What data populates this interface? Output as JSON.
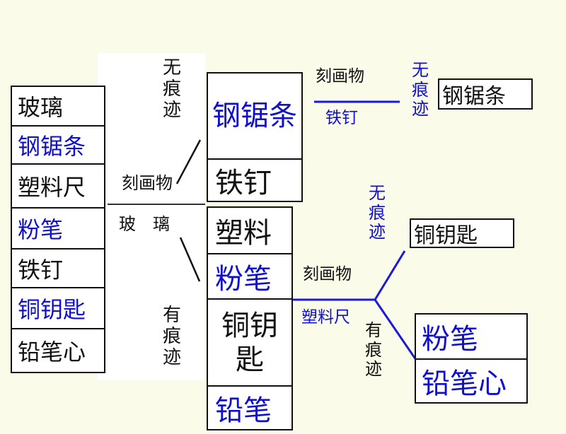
{
  "left_list": [
    {
      "text": "玻璃",
      "color": "black"
    },
    {
      "text": "钢锯条",
      "color": "blue"
    },
    {
      "text": "塑料尺",
      "color": "black"
    },
    {
      "text": "粉笔",
      "color": "blue"
    },
    {
      "text": "铁钉",
      "color": "black"
    },
    {
      "text": "铜钥匙",
      "color": "blue"
    },
    {
      "text": "铅笔心",
      "color": "black"
    }
  ],
  "glass_panel": {
    "top_result": "无痕迹",
    "scratch": "刻画物",
    "tool": "玻　璃",
    "bottom_result": "有痕迹"
  },
  "group_top": {
    "items": [
      {
        "text": "钢锯条",
        "color": "blue"
      },
      {
        "text": "铁钉",
        "color": "black"
      }
    ],
    "scratch": "刻画物",
    "tool": "铁钉",
    "result": "无痕迹",
    "answer": "钢锯条"
  },
  "group_bottom": {
    "items": [
      {
        "text": "塑料",
        "color": "black"
      },
      {
        "text": "粉笔",
        "color": "blue"
      },
      {
        "text": "铜钥匙",
        "color": "black"
      },
      {
        "text": "铅笔",
        "color": "blue"
      }
    ],
    "scratch": "刻画物",
    "tool": "塑料尺",
    "result_none": "无痕迹",
    "answer_none": "铜钥匙",
    "result_some": "有痕迹",
    "answers_some": [
      {
        "text": "粉笔",
        "color": "blue"
      },
      {
        "text": "铅笔心",
        "color": "blue"
      }
    ]
  },
  "colors": {
    "blue": "#1010cc",
    "black": "#111111",
    "line_blue": "#1a1ad8"
  }
}
